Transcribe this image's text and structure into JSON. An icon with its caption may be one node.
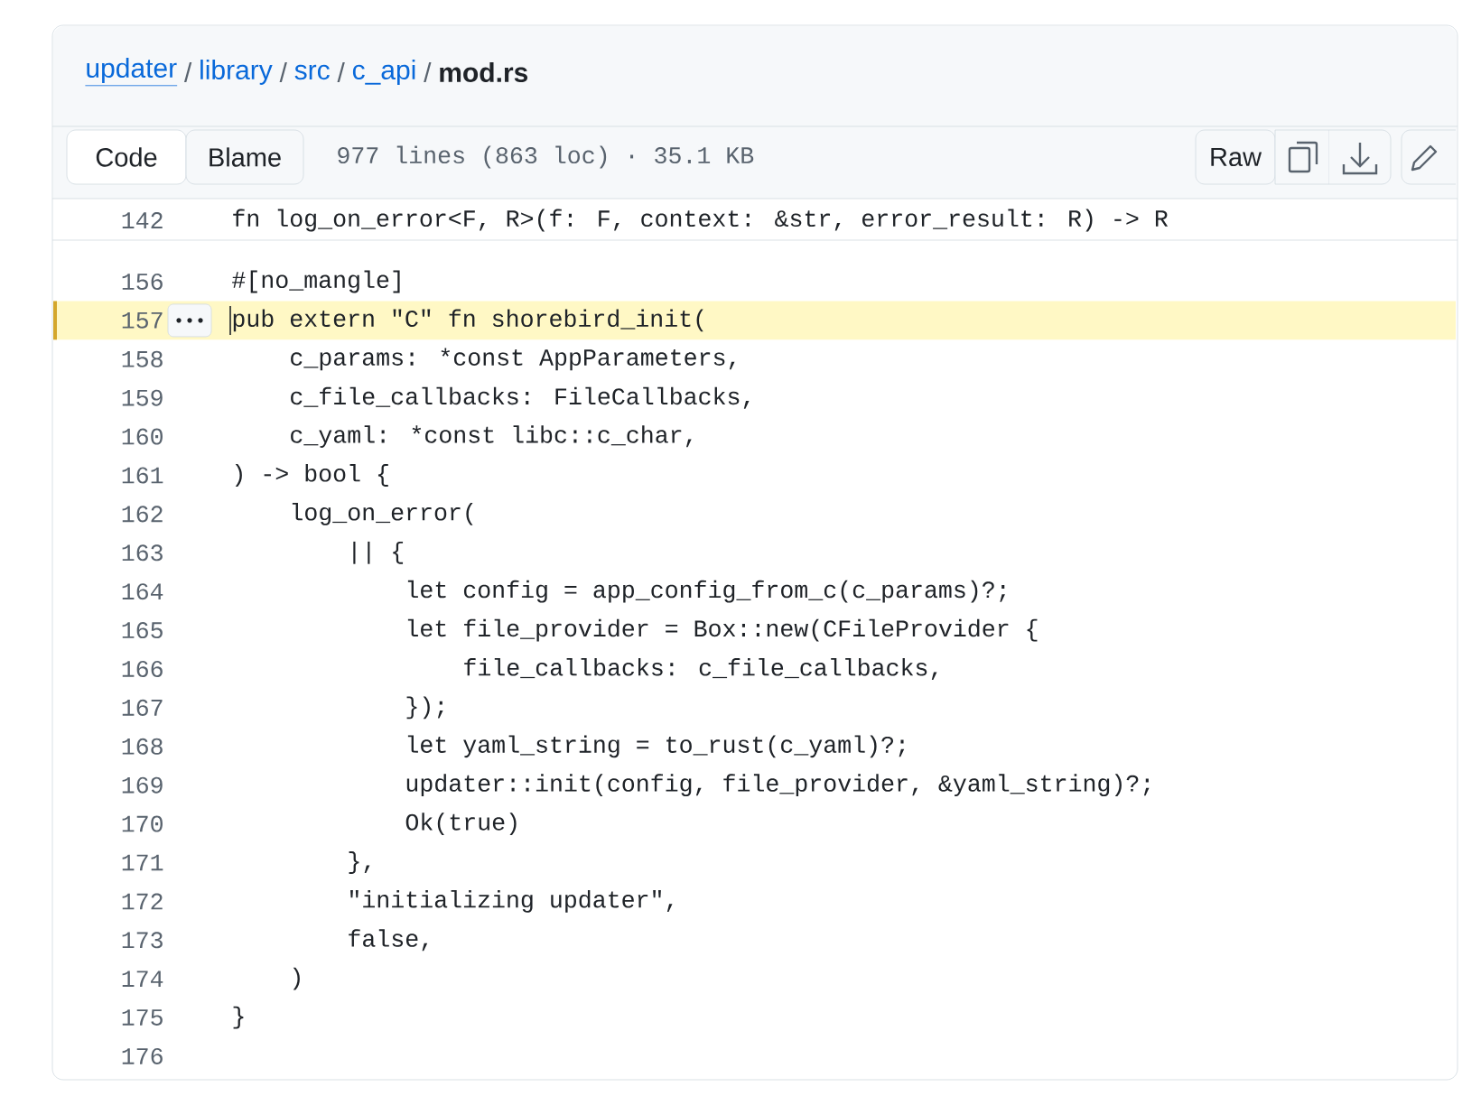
{
  "diagram": {
    "nodes": [
      {
        "text": [
          "Code"
        ]
      },
      {
        "text": [
          "Blame"
        ]
      },
      {
        "text": [
          "Raw"
        ]
      }
    ],
    "edges": [],
    "labels": [
      "updater",
      "/",
      "library",
      "/",
      "src",
      "/",
      "c_api",
      "/",
      "mod.rs",
      "977 lines (863 loc) · 35.1 KB",
      "142",
      "fn log_on_error<F, R>(f: F, context: &str, error_result: R) -> R",
      "156",
      "#[no_mangle]",
      "157",
      "pub extern \"C\" fn shorebird_init(",
      "158",
      "c_params: *const AppParameters,",
      "159",
      "c_file_callbacks: FileCallbacks,",
      "160",
      "c_yaml: *const libc::c_char,",
      "161",
      ") -> bool {",
      "162",
      "log_on_error(",
      "163",
      "|| {",
      "164",
      "let config = app_config_from_c(c_params)?;",
      "165",
      "let file_provider = Box::new(CFileProvider {",
      "166",
      "file_callbacks: c_file_callbacks,",
      "167",
      "});",
      "168",
      "let yaml_string = to_rust(c_yaml)?;",
      "169",
      "updater::init(config, file_provider, &yaml_string)?;",
      "170",
      "Ok(true)",
      "171",
      "},",
      "172",
      "\"initializing updater\",",
      "173",
      "false,",
      "174",
      ")",
      "175",
      "}",
      "176"
    ]
  }
}
